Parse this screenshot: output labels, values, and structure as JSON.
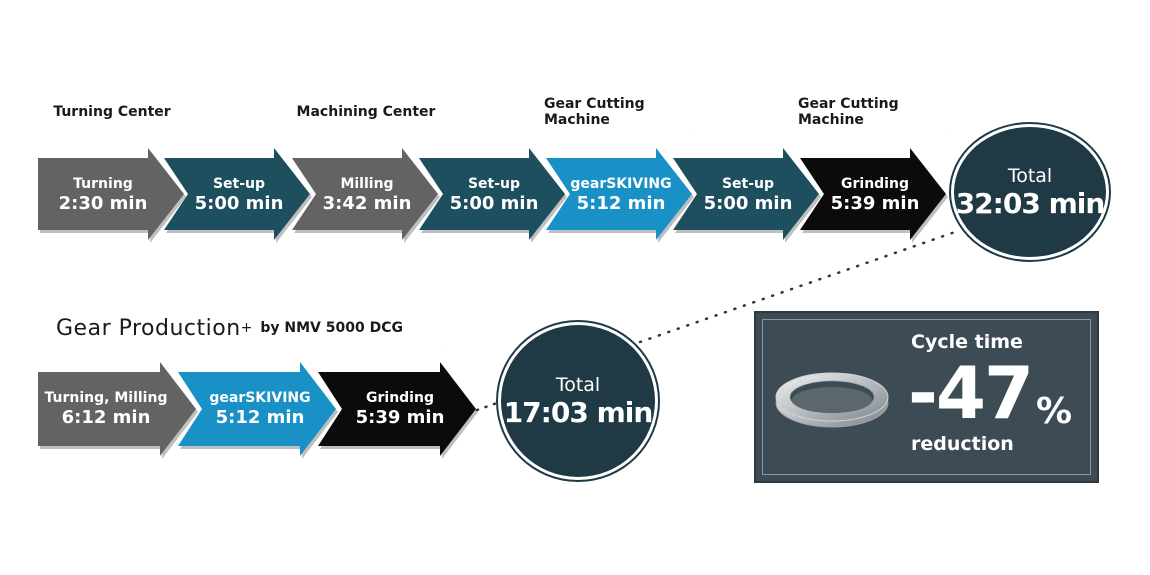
{
  "machines": [
    {
      "label": "Turning Center"
    },
    {
      "label": "Machining Center"
    },
    {
      "label": "Gear Cutting Machine"
    },
    {
      "label": "Gear Cutting Machine"
    }
  ],
  "conventional_steps": [
    {
      "name": "Turning",
      "time": "2:30 min",
      "color": "#636363"
    },
    {
      "name": "Set-up",
      "time": "5:00 min",
      "color": "#1d4f5e"
    },
    {
      "name": "Milling",
      "time": "3:42 min",
      "color": "#636363"
    },
    {
      "name": "Set-up",
      "time": "5:00 min",
      "color": "#1d4f5e"
    },
    {
      "name": "gearSKIVING",
      "time": "5:12 min",
      "color": "#1a91c6"
    },
    {
      "name": "Set-up",
      "time": "5:00 min",
      "color": "#1d4f5e"
    },
    {
      "name": "Grinding",
      "time": "5:39 min",
      "color": "#0b0b0b"
    }
  ],
  "conventional_total": {
    "label": "Total",
    "value": "32:03 min"
  },
  "gear_production": {
    "title": "Gear Production",
    "sup": "+",
    "subtitle": "by NMV 5000 DCG"
  },
  "gp_steps": [
    {
      "name": "Turning, Milling",
      "time": "6:12 min",
      "color": "#636363"
    },
    {
      "name": "gearSKIVING",
      "time": "5:12 min",
      "color": "#1a91c6"
    },
    {
      "name": "Grinding",
      "time": "5:39 min",
      "color": "#0b0b0b"
    }
  ],
  "gp_total": {
    "label": "Total",
    "value": "17:03 min"
  },
  "cycle_time": {
    "label": "Cycle time",
    "value": "-47",
    "unit": "%",
    "reduction": "reduction",
    "image_icon": "ring-gear-icon"
  }
}
